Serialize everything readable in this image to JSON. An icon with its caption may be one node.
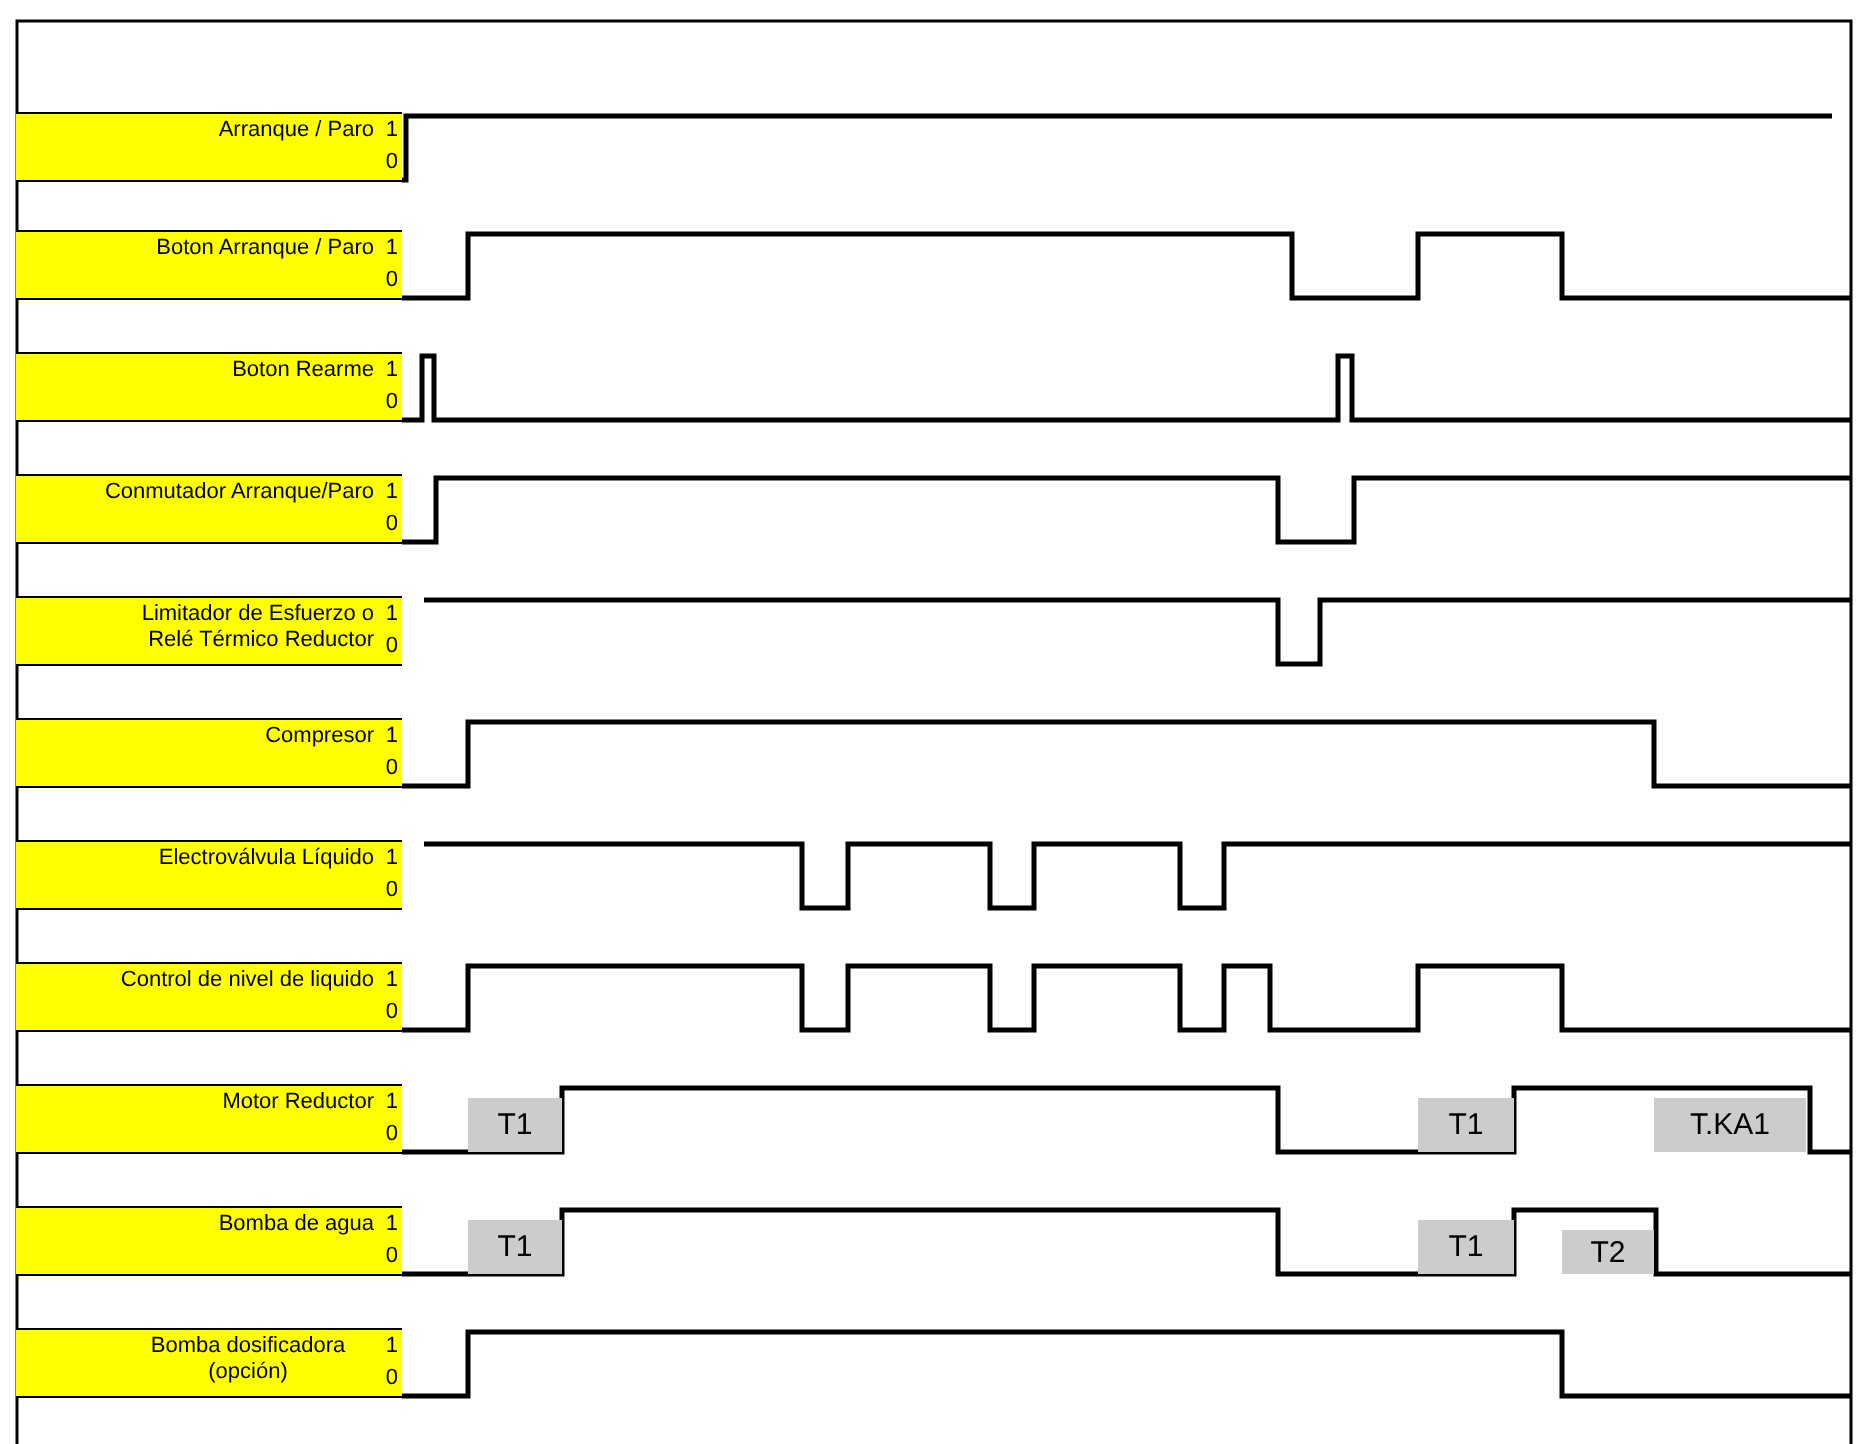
{
  "diagram": {
    "nodes": [
      {
        "text": [
          "Arranque / Paro",
          "1",
          "0"
        ]
      },
      {
        "text": [
          "Boton Arranque / Paro",
          "1",
          "0"
        ]
      },
      {
        "text": [
          "Boton Rearme",
          "1",
          "0"
        ]
      },
      {
        "text": [
          "Conmutador Arranque/Paro",
          "1",
          "0"
        ]
      },
      {
        "text": [
          "Limitador de Esfuerzo o Relé Térmico Reductor",
          "1",
          "0"
        ]
      },
      {
        "text": [
          "Compresor",
          "1",
          "0"
        ]
      },
      {
        "text": [
          "Electroválvula Líquido",
          "1",
          "0"
        ]
      },
      {
        "text": [
          "Control de nivel de liquido",
          "1",
          "0"
        ]
      },
      {
        "text": [
          "Motor Reductor",
          "1",
          "0"
        ]
      },
      {
        "text": [
          "T1"
        ]
      },
      {
        "text": [
          "T1"
        ]
      },
      {
        "text": [
          "T.KA1"
        ]
      },
      {
        "text": [
          "Bomba de agua",
          "1",
          "0"
        ]
      },
      {
        "text": [
          "T1"
        ]
      },
      {
        "text": [
          "T1"
        ]
      },
      {
        "text": [
          "T2"
        ]
      },
      {
        "text": [
          "Bomba dosificadora (opción)",
          "1",
          "0"
        ]
      }
    ]
  }
}
